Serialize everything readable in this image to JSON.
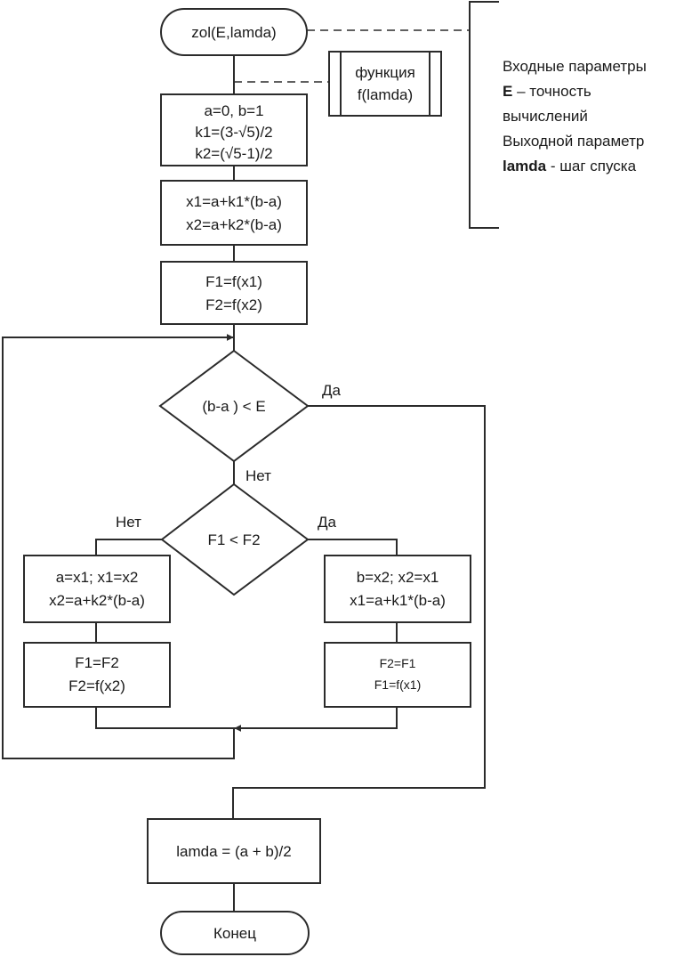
{
  "start": {
    "label": "zol(E,lamda)"
  },
  "function_call": {
    "lines": [
      "функция",
      "f(lamda)"
    ]
  },
  "init": {
    "lines": [
      "a=0, b=1",
      "k1=(3-√5)/2",
      "k2=(√5-1)/2"
    ]
  },
  "compute_x": {
    "lines": [
      "x1=a+k1*(b-a)",
      "x2=a+k2*(b-a)"
    ]
  },
  "compute_f": {
    "lines": [
      "F1=f(x1)",
      "F2=f(x2)"
    ]
  },
  "decision_precision": {
    "label": "(b-a ) < E",
    "yes": "Да",
    "no": "Нет"
  },
  "decision_compare": {
    "label": "F1 < F2",
    "yes": "Да",
    "no": "Нет"
  },
  "left_branch": {
    "update_x": [
      "a=x1; x1=x2",
      "x2=a+k2*(b-a)"
    ],
    "update_f": [
      "F1=F2",
      "F2=f(x2)"
    ]
  },
  "right_branch": {
    "update_x": [
      "b=x2; x2=x1",
      "x1=a+k1*(b-a)"
    ],
    "update_f": [
      "F2=F1",
      "F1=f(x1)"
    ]
  },
  "result": {
    "label": "lamda = (a + b)/2"
  },
  "end": {
    "label": "Конец"
  },
  "annotation": {
    "line1": "Входные параметры",
    "e_bold": "E",
    "e_rest": " – точность",
    "line3": "вычислений",
    "line4": "Выходной параметр",
    "lamda_bold": "lamda",
    "lamda_rest": " - шаг спуска"
  },
  "colors": {
    "stroke": "#2b2b2b",
    "text": "#1a1a1a",
    "background": "#ffffff"
  }
}
